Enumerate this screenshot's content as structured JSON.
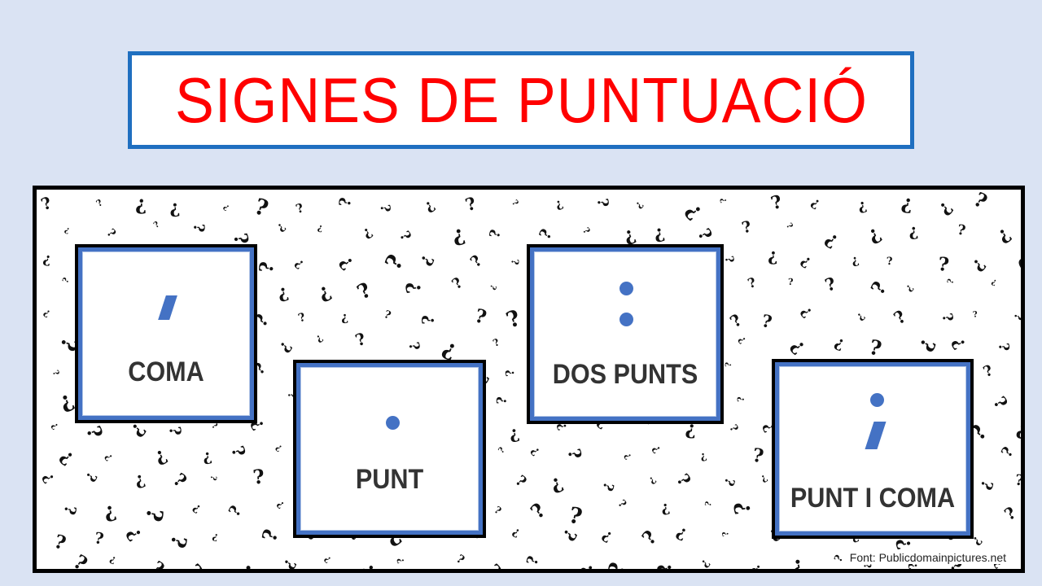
{
  "title": "SIGNES DE PUNTUACIÓ",
  "colors": {
    "background": "#dae3f3",
    "title_text": "#ff0000",
    "title_border": "#1f6fc0",
    "card_border": "#4472c4",
    "symbol": "#4472c4",
    "label": "#333333"
  },
  "cards": [
    {
      "label": "COMA",
      "symbol": ",",
      "icon": "comma-icon"
    },
    {
      "label": "PUNT",
      "symbol": ".",
      "icon": "period-icon"
    },
    {
      "label": "DOS PUNTS",
      "symbol": ":",
      "icon": "colon-icon"
    },
    {
      "label": "PUNT I COMA",
      "symbol": ";",
      "icon": "semicolon-icon"
    }
  ],
  "background_pattern": "question-marks",
  "credit": "Font: Publicdomainpictures.net"
}
